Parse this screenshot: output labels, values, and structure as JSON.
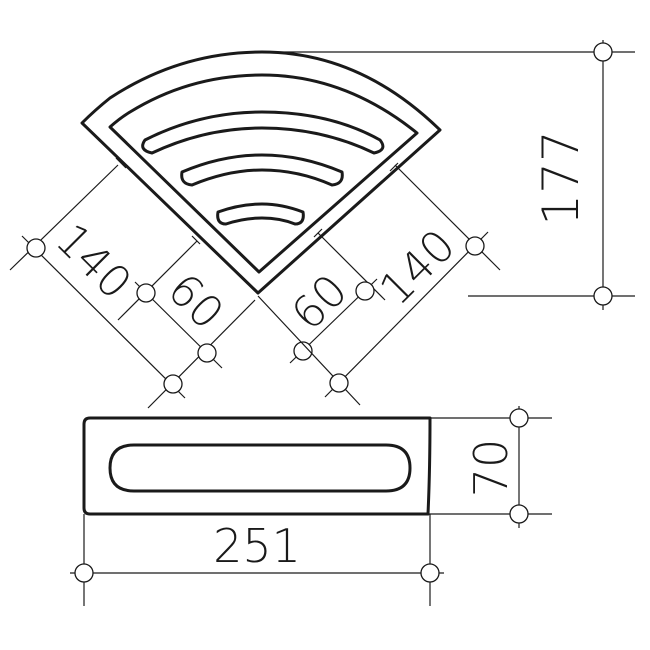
{
  "dimensions": {
    "height": "177",
    "left_outer": "140",
    "left_inner": "60",
    "right_inner": "60",
    "right_outer": "140",
    "front_height": "70",
    "front_width": "251"
  },
  "colors": {
    "line": "#1a1a1a",
    "background": "#ffffff"
  }
}
